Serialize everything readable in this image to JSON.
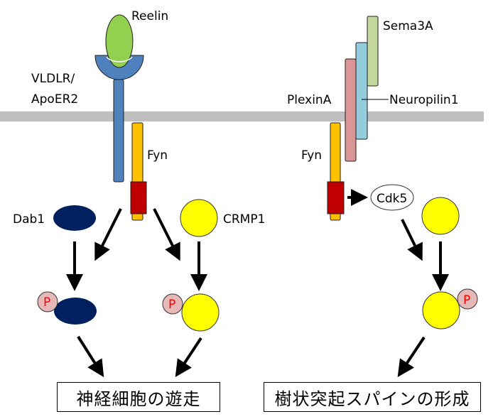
{
  "colors": {
    "membrane": "#bfbfbf",
    "reelin": "#92d050",
    "receptor": "#4f81bd",
    "fyn": "#ffc000",
    "kinase_domain": "#c00000",
    "dab1": "#002060",
    "crmp1": "#ffff00",
    "phospho": "#e6b9b8",
    "phospho_text": "#ff0000",
    "sema3a": "#c3d69b",
    "neuropilin1": "#93cddd",
    "plexina": "#d99694",
    "arrow": "#000000"
  },
  "left_pathway": {
    "ligand_label": "Reelin",
    "receptor_label_line1": "VLDLR/",
    "receptor_label_line2": "ApoER2",
    "kinase_label": "Fyn",
    "substrate1_label": "Dab1",
    "substrate2_label": "CRMP1",
    "phospho_label": "P",
    "outcome": "神経細胞の遊走"
  },
  "right_pathway": {
    "ligand_label": "Sema3A",
    "coreceptor_label": "Neuropilin1",
    "receptor_label": "PlexinA",
    "kinase_label": "Fyn",
    "kinase2_label": "Cdk5",
    "phospho_label": "P",
    "outcome": "樹状突起スパインの形成"
  }
}
